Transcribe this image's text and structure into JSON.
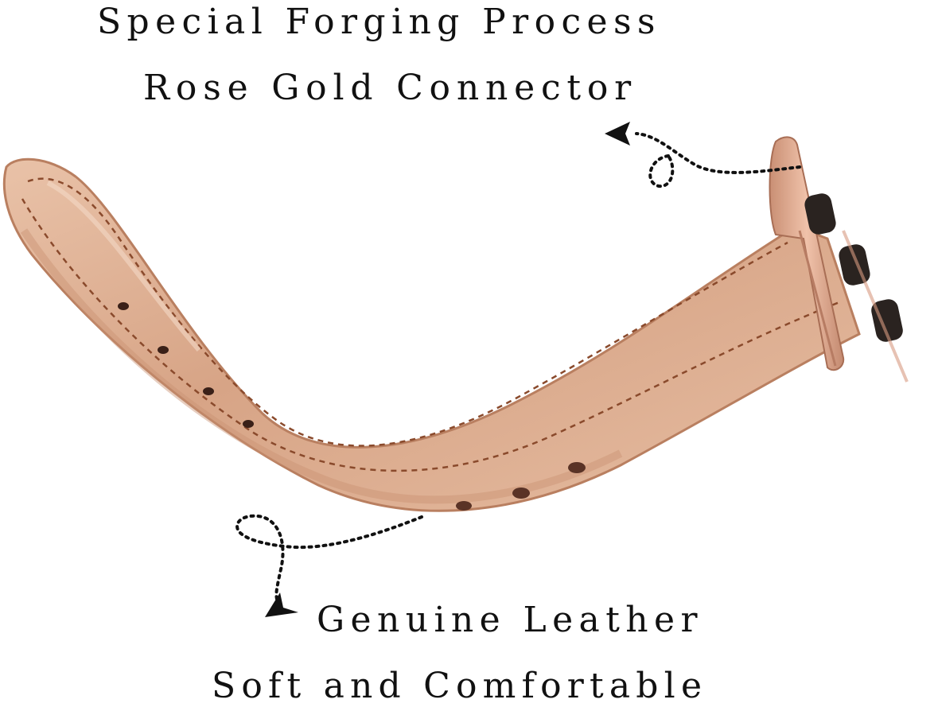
{
  "captions": {
    "top_line_1": "Special Forging Process",
    "top_line_2": "Rose Gold Connector",
    "bottom_line_1": "Genuine Leather",
    "bottom_line_2": "Soft and Comfortable"
  },
  "colors": {
    "background": "#ffffff",
    "text": "#111111",
    "leather": "#d9a889",
    "leather_highlight": "#f0d2bd",
    "leather_edge": "#b97f60",
    "stitching": "#8a4a2c",
    "connector": "#e0a98e",
    "connector_shadow": "#b77c63",
    "lug_pins": "#2a2320",
    "arrow": "#111111"
  },
  "icons": {
    "top_arrow": "dotted-curved-arrow-icon",
    "bottom_arrow": "dotted-curved-arrow-icon"
  }
}
